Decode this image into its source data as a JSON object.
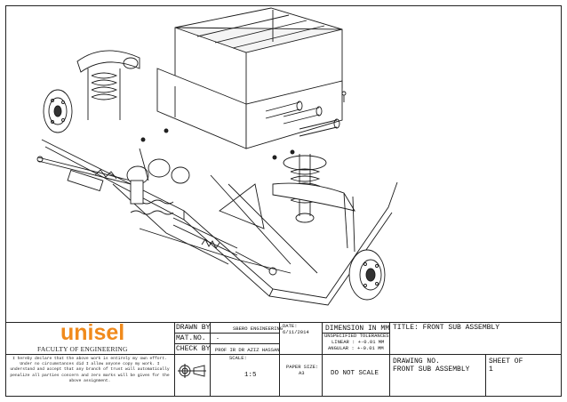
{
  "drawing": {
    "subject": "front sub assembly isometric line drawing"
  },
  "logo": {
    "brand": "unisel",
    "faculty": "FACULTY OF ENGINEERING",
    "brand_color": "#f08a1c"
  },
  "disclaimer": "I hereby declare that the above work is entirely my own effort. Under no circumstances did I allow anyone copy my work. I understand and accept that any branch of trust will automatically penalize all parties concern and zero marks will be given for the above assignment.",
  "title_block": {
    "drawn_by_label": "DRAWN BY",
    "drawn_by_value": "SBERO ENGINEERING",
    "mat_no_label": "MAT.NO.",
    "mat_no_value": "-",
    "check_by_label": "CHECK BY",
    "check_by_value": "PROF IR DR AZIZ HASSAN",
    "date_label": "DATE:",
    "date_value": "6/11/2014",
    "dimension": "DIMENSION IN MM",
    "tolerance_title": "UNSPECIFIED TOLERANCES",
    "tolerance_linear": "LINEAR : +-0.01 MM",
    "tolerance_angular": "ANGULAR : +-0.01 MM",
    "title_label": "TITLE: FRONT SUB ASSEMBLY",
    "scale_label": "SCALE:",
    "scale_value": "1:5",
    "paper_label": "PAPER SIZE:",
    "paper_value": "A3",
    "do_not_scale": "DO NOT SCALE",
    "drawing_no_label": "DRAWING NO.",
    "drawing_no_value": "FRONT SUB ASSEMBLY",
    "sheet_label": "SHEET OF",
    "sheet_value": "1"
  },
  "icons": {
    "projection": "first-angle-projection-icon"
  }
}
